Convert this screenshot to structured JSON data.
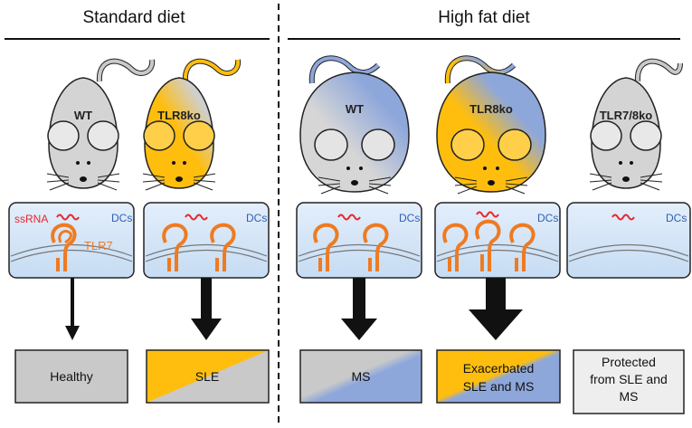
{
  "headers": {
    "left": "Standard diet",
    "right": "High fat diet"
  },
  "colors": {
    "gray": "#c9c9c9",
    "blue": "#8ea7db",
    "orange": "#ffbe0e",
    "tlr": "#ee7b22",
    "rna": "#e8262a",
    "dc_text": "#2f5fb3"
  },
  "mice": [
    {
      "label": "WT"
    },
    {
      "label": "TLR8ko"
    },
    {
      "label": "WT"
    },
    {
      "label": "TLR8ko"
    },
    {
      "label": "TLR7/8ko"
    }
  ],
  "cell_panel": {
    "dc_label": "DCs",
    "rna_label": "ssRNA",
    "receptor_label": "TLR7"
  },
  "outcomes": [
    {
      "line1": "Healthy"
    },
    {
      "line1": "SLE"
    },
    {
      "line1": "MS"
    },
    {
      "line1": "Exacerbated",
      "line2": "SLE and MS"
    },
    {
      "line1": "Protected",
      "line2": "from SLE and",
      "line3": "MS"
    }
  ]
}
